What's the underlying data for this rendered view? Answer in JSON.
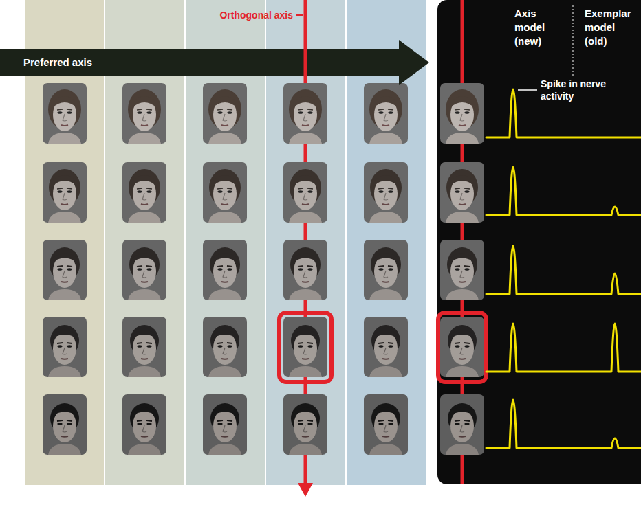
{
  "diagram": {
    "nodes": [
      {
        "text": [
          "Preferred axis"
        ]
      },
      {
        "text": [
          "Axis model (new)",
          "Exemplar model (old)"
        ]
      }
    ],
    "labels": [
      "Orthogonal axis",
      "Spike in nerve activity"
    ]
  }
}
